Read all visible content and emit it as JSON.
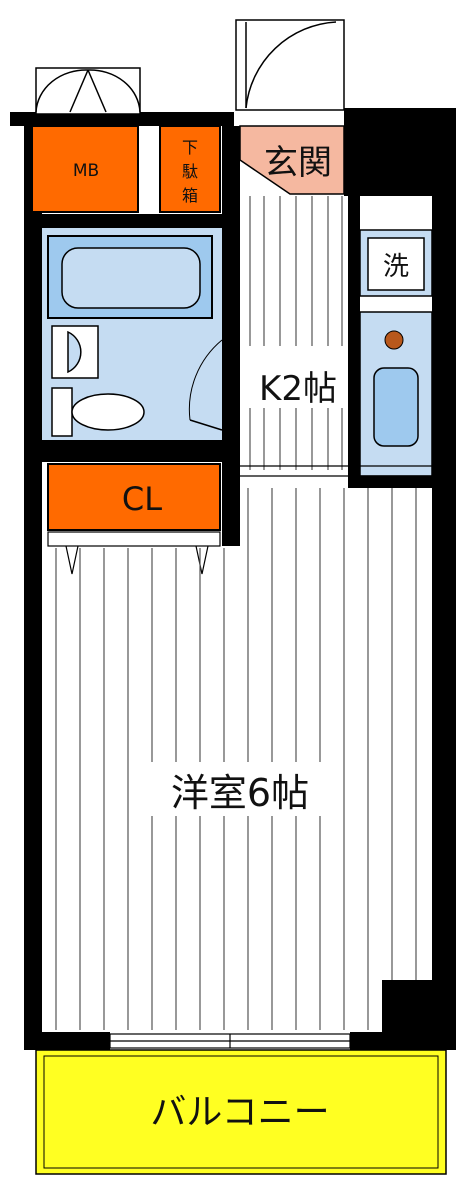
{
  "rooms": {
    "mb": "MB",
    "shoebox": [
      "下",
      "駄",
      "箱"
    ],
    "entrance": "玄関",
    "washer": "洗",
    "kitchen": "K2帖",
    "closet": "CL",
    "western_room": "洋室6帖",
    "balcony": "バルコニー"
  },
  "colors": {
    "wall": "#000000",
    "storage": "#ff6a00",
    "entrance": "#f5b8a0",
    "wet_area": "#c5dcf2",
    "fixture": "#9ec9ee",
    "balcony": "#ffff22",
    "floor_lines": "#555555"
  }
}
